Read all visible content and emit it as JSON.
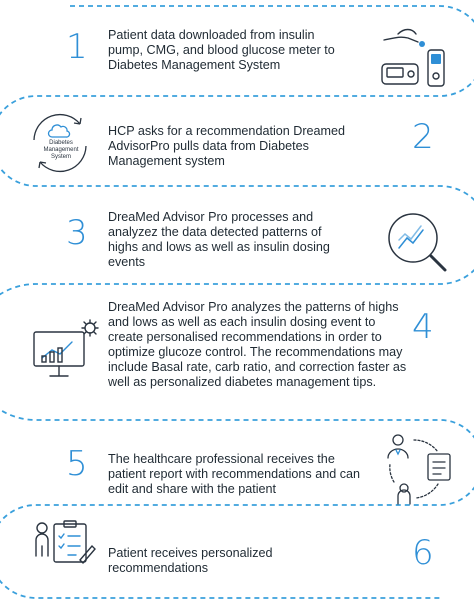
{
  "steps": [
    {
      "number": "1",
      "text": "Patient data downloaded from insulin pump, CMG, and blood glucose meter to Diabetes Management System",
      "icon": "insulin-pump-meter-icon"
    },
    {
      "number": "2",
      "text": "HCP asks for a recommendation Dreamed AdvisorPro pulls data from Diabetes Management system",
      "icon": "cloud-sync-icon",
      "icon_label": "Diabetes Management System"
    },
    {
      "number": "3",
      "text": "DreaMed Advisor Pro processes and analyzez the data detected patterns of highs and lows as well as insulin dosing events",
      "icon": "magnifier-chart-icon"
    },
    {
      "number": "4",
      "text": "DreaMed Advisor Pro analyzes the patterns of highs and lows as well as each insulin dosing event to create personalised recommendations in order to optimize glucoze control. The recommendations may include Basal rate, carb ratio, and correction faster as well as personalized diabetes management tips.",
      "icon": "monitor-gear-icon"
    },
    {
      "number": "5",
      "text": "The healthcare professional receives the patient report with recommendations and can edit and share with the patient",
      "icon": "doctor-patient-cycle-icon"
    },
    {
      "number": "6",
      "text": "Patient receives personalized recommendations",
      "icon": "patient-checklist-icon"
    }
  ],
  "colors": {
    "accent": "#2f8fd6",
    "dash": "#3aa0dc",
    "text": "#1f2a33",
    "icon": "#2a3440"
  }
}
